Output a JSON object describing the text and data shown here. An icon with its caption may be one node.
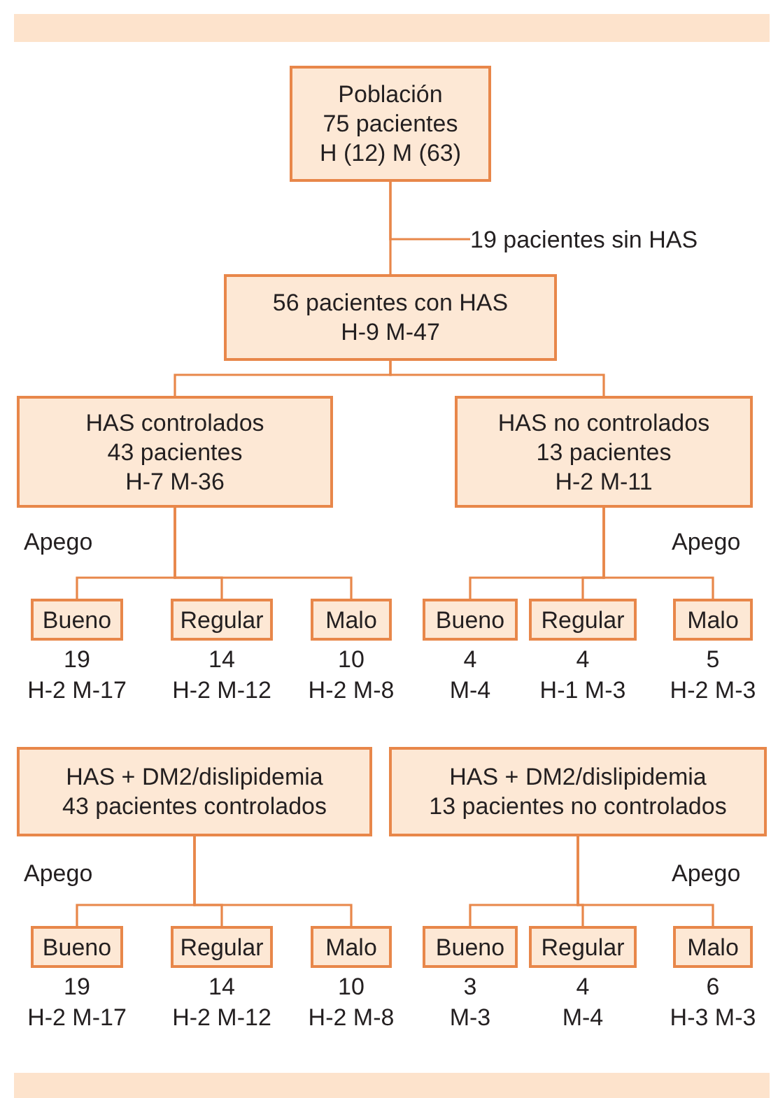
{
  "diagram": {
    "nodes": [
      {
        "text": [
          "Población",
          "75 pacientes",
          "H (12) M (63)"
        ]
      },
      {
        "text": [
          "19 pacientes sin HAS"
        ]
      },
      {
        "text": [
          "56 pacientes con HAS",
          "H-9 M-47"
        ]
      },
      {
        "text": [
          "HAS controlados",
          "43 pacientes",
          "H-7 M-36"
        ]
      },
      {
        "text": [
          "HAS no controlados",
          "13 pacientes",
          "H-2 M-11"
        ]
      },
      {
        "text": [
          "Bueno"
        ],
        "beside": [
          "19",
          "H-2 M-17"
        ]
      },
      {
        "text": [
          "Regular"
        ],
        "beside": [
          "14",
          "H-2 M-12"
        ]
      },
      {
        "text": [
          "Malo"
        ],
        "beside": [
          "10",
          "H-2 M-8"
        ]
      },
      {
        "text": [
          "Bueno"
        ],
        "beside": [
          "4",
          "M-4"
        ]
      },
      {
        "text": [
          "Regular"
        ],
        "beside": [
          "4",
          "H-1 M-3"
        ]
      },
      {
        "text": [
          "Malo"
        ],
        "beside": [
          "5",
          "H-2 M-3"
        ]
      },
      {
        "text": [
          "HAS + DM2/dislipidemia",
          "43 pacientes controlados"
        ]
      },
      {
        "text": [
          "HAS + DM2/dislipidemia",
          "13 pacientes no controlados"
        ]
      },
      {
        "text": [
          "Bueno"
        ],
        "beside": [
          "19",
          "H-2 M-17"
        ]
      },
      {
        "text": [
          "Regular"
        ],
        "beside": [
          "14",
          "H-2 M-12"
        ]
      },
      {
        "text": [
          "Malo"
        ],
        "beside": [
          "10",
          "H-2 M-8"
        ]
      },
      {
        "text": [
          "Bueno"
        ],
        "beside": [
          "3",
          "M-3"
        ]
      },
      {
        "text": [
          "Regular"
        ],
        "beside": [
          "4",
          "M-4"
        ]
      },
      {
        "text": [
          "Malo"
        ],
        "beside": [
          "6",
          "H-3 M-3"
        ]
      }
    ],
    "edges": [
      {
        "from": 0,
        "to": 2,
        "arrow": "none"
      },
      {
        "from": 0,
        "to": 1,
        "arrow": "none"
      },
      {
        "from": 2,
        "to": 3,
        "arrow": "none"
      },
      {
        "from": 2,
        "to": 4,
        "arrow": "none"
      },
      {
        "from": 3,
        "to": 5,
        "arrow": "none"
      },
      {
        "from": 3,
        "to": 6,
        "arrow": "none"
      },
      {
        "from": 3,
        "to": 7,
        "arrow": "none"
      },
      {
        "from": 4,
        "to": 8,
        "arrow": "none"
      },
      {
        "from": 4,
        "to": 9,
        "arrow": "none"
      },
      {
        "from": 4,
        "to": 10,
        "arrow": "none"
      },
      {
        "from": 11,
        "to": 13,
        "arrow": "none"
      },
      {
        "from": 11,
        "to": 14,
        "arrow": "none"
      },
      {
        "from": 11,
        "to": 15,
        "arrow": "none"
      },
      {
        "from": 12,
        "to": 16,
        "arrow": "none"
      },
      {
        "from": 12,
        "to": 17,
        "arrow": "none"
      },
      {
        "from": 12,
        "to": 18,
        "arrow": "none"
      }
    ],
    "labels": [
      "Apego",
      "Apego",
      "Apego",
      "Apego"
    ]
  }
}
